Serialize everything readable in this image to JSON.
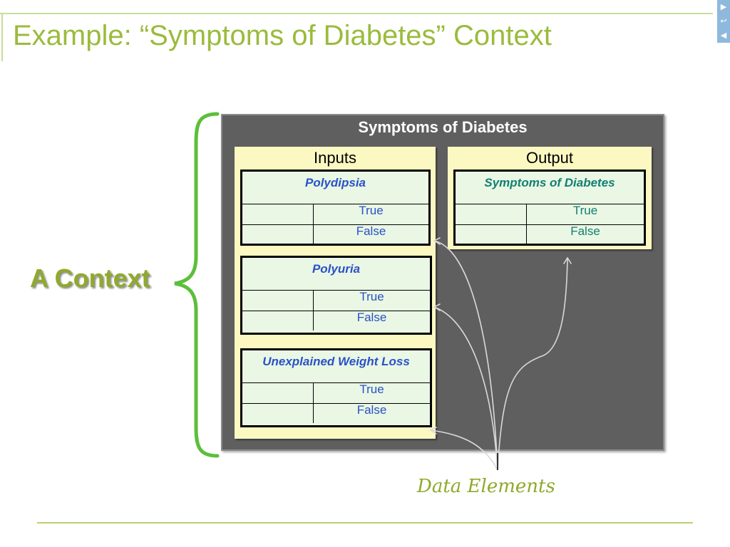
{
  "slide": {
    "title": "Example: “Symptoms of Diabetes” Context",
    "context_label": "A Context",
    "data_elements_label": "Data Elements"
  },
  "nav": {
    "next": "▶",
    "return": "↩",
    "prev": "◀"
  },
  "context": {
    "title": "Symptoms of Diabetes",
    "inputs": {
      "title": "Inputs",
      "elements": [
        {
          "name": "Polydipsia",
          "values": [
            "True",
            "False"
          ]
        },
        {
          "name": "Polyuria",
          "values": [
            "True",
            "False"
          ]
        },
        {
          "name": "Unexplained Weight Loss",
          "values": [
            "True",
            "False"
          ]
        }
      ]
    },
    "output": {
      "title": "Output",
      "element": {
        "name": "Symptoms of Diabetes",
        "values": [
          "True",
          "False"
        ]
      }
    }
  },
  "colors": {
    "title_green": "#9bbb3c",
    "context_gray": "#5f5f5f",
    "panel_yellow": "#fcf8c2",
    "cell_green": "#e9f7e4",
    "input_blue": "#2a52c7",
    "output_teal": "#137f73",
    "brace_green": "#5cbf3a"
  }
}
